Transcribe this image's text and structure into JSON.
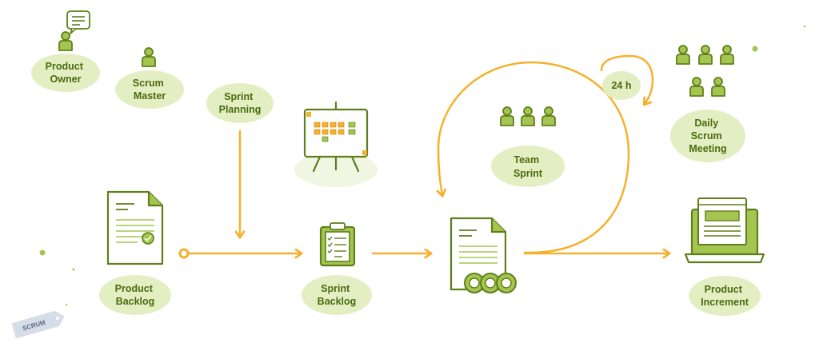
{
  "colors": {
    "bubble": "#e3efc3",
    "text": "#4a6b0e",
    "icon_stroke": "#5f7f1a",
    "icon_fill": "#a4c650",
    "flow": "#f5b12c",
    "tag": "#d6dde9"
  },
  "roles": {
    "product_owner": [
      "Product",
      "Owner"
    ],
    "scrum_master": [
      "Scrum",
      "Master"
    ]
  },
  "events": {
    "sprint_planning": [
      "Sprint",
      "Planning"
    ],
    "team_sprint": [
      "Team",
      "Sprint"
    ],
    "cycle_label": "24 h",
    "daily_scrum": [
      "Daily",
      "Scrum",
      "Meeting"
    ]
  },
  "artifacts": {
    "product_backlog": [
      "Product",
      "Backlog"
    ],
    "sprint_backlog": [
      "Sprint",
      "Backlog"
    ],
    "product_increment": [
      "Product",
      "Increment"
    ]
  },
  "tag": "SCRUM",
  "icons": {
    "product_owner": "person-with-chat-icon",
    "scrum_master": "person-icon",
    "sprint_planning": "whiteboard-easel-icon",
    "team_sprint": "team-icon",
    "daily_scrum": "team-group-icon",
    "product_backlog": "document-check-icon",
    "sprint_backlog": "clipboard-checklist-icon",
    "sprint_work": "document-team-icon",
    "product_increment": "laptop-icon"
  }
}
